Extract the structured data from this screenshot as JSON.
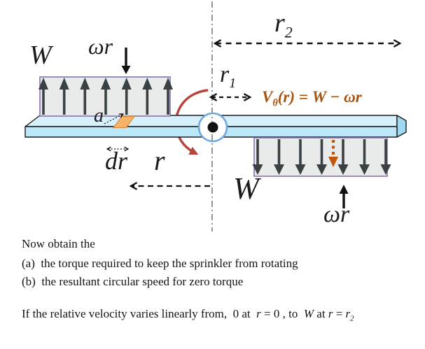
{
  "diagram": {
    "labels": {
      "w_top": "W",
      "omega_r_top": "ωr",
      "r2": {
        "base": "r",
        "sub": "2"
      },
      "r1": {
        "base": "r",
        "sub": "1"
      },
      "equation": {
        "v": "V",
        "sub": "θ",
        "rest": "(r) = W − ωr"
      },
      "a": "a",
      "dr": "dr",
      "r": "r",
      "w_bottom": "W",
      "omega_r_bottom": "ωr"
    },
    "colors": {
      "bar_top": "#D7F1FC",
      "bar_front": "#BCE7F8",
      "bar_cap": "#9FD8F0",
      "box_fill": "#E9EBEA",
      "box_border": "#8573B1",
      "arrow_dark": "#3A4144",
      "rotation_red": "#B5443F",
      "element_strip_fill": "#F6B46B",
      "element_strip_stroke": "#DB8A3C",
      "dotted_orange": "#C0570F",
      "equation_brown": "#A6530E",
      "pivot_ring_blue": "#6FA8DC"
    }
  },
  "text": {
    "intro": "Now obtain the",
    "item_a": "(a)  the torque required to keep the sprinkler from rotating",
    "item_b": "(b)  the resultant circular speed for zero torque",
    "line4_parts": [
      "If the relative velocity varies linearly from,  ",
      "0",
      " at  ",
      "r",
      " = 0 , to  ",
      "W",
      " at ",
      "r",
      " = ",
      "r",
      "2"
    ]
  }
}
